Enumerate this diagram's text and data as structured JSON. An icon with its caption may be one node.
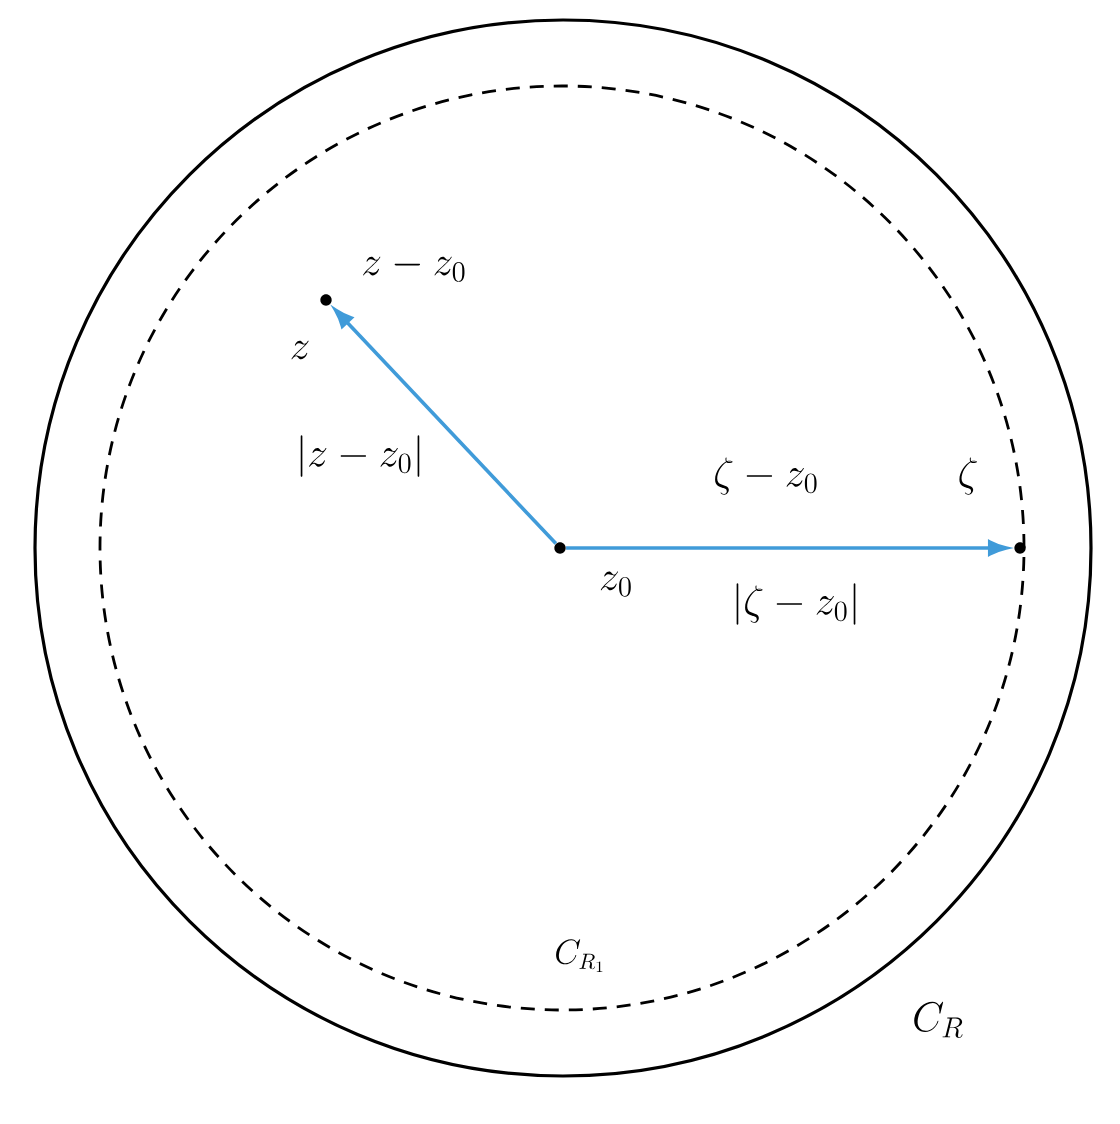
{
  "diagram": {
    "nodes": [
      {
        "text": [],
        "shape": "circle",
        "beside": [
          "z_0"
        ]
      },
      {
        "text": [],
        "shape": "circle",
        "beside": [
          "z"
        ]
      },
      {
        "text": [],
        "shape": "circle",
        "beside": [
          "\\zeta"
        ]
      }
    ],
    "edges": [
      {
        "from": 0,
        "to": 1,
        "arrow": "to"
      },
      {
        "from": 0,
        "to": 2,
        "arrow": "to"
      }
    ],
    "labels": [
      "z - z_0",
      "|z - z_0|",
      "\\zeta - z_0",
      "|\\zeta - z_0|",
      "C_{R_1}",
      "C_R"
    ]
  }
}
